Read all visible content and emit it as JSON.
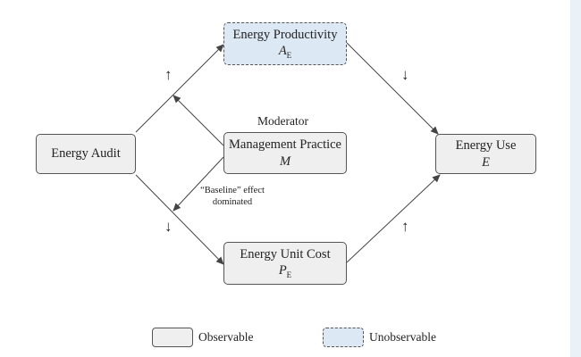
{
  "nodes": {
    "energy_audit": {
      "label": "Energy Audit"
    },
    "energy_productivity": {
      "label": "Energy Productivity",
      "symbol": "A",
      "subscript": "E"
    },
    "management_practice": {
      "label": "Management Practice",
      "symbol": "M"
    },
    "energy_unit_cost": {
      "label": "Energy Unit Cost",
      "symbol": "P",
      "subscript": "E"
    },
    "energy_use": {
      "label": "Energy Use",
      "symbol": "E"
    }
  },
  "moderator_label": "Moderator",
  "baseline_note": {
    "line1": "“Baseline” effect",
    "line2": "dominated"
  },
  "direction_marks": {
    "up": "↑",
    "down": "↓"
  },
  "legend": {
    "observable": "Observable",
    "unobservable": "Unobservable"
  },
  "colors": {
    "observable_fill": "#efefef",
    "unobservable_fill": "#dde8f5",
    "stroke": "#555555"
  }
}
